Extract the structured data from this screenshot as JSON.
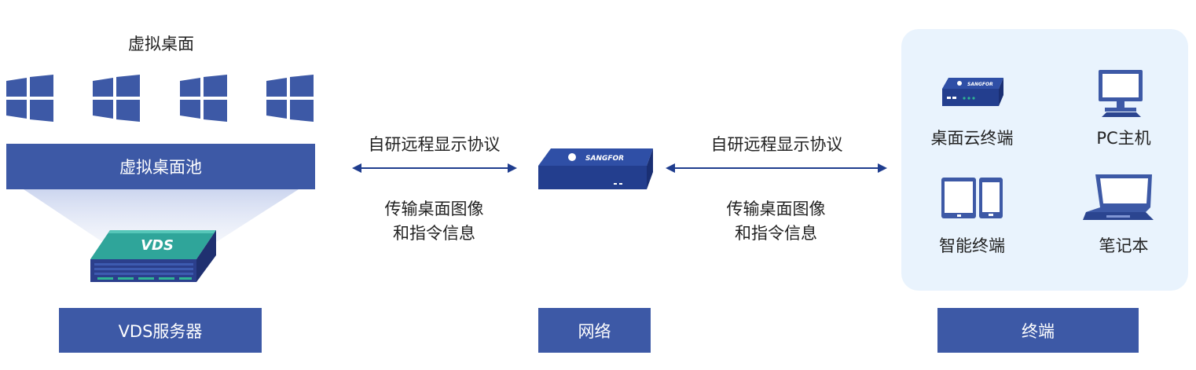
{
  "left": {
    "top_label": "虚拟桌面",
    "pool_label": "虚拟桌面池",
    "server_badge": "VDS",
    "bottom_label": "VDS服务器"
  },
  "link_left": {
    "protocol": "自研远程显示协议",
    "desc_line1": "传输桌面图像",
    "desc_line2": "和指令信息"
  },
  "network": {
    "device_brand": "SANGFOR",
    "bottom_label": "网络"
  },
  "link_right": {
    "protocol": "自研远程显示协议",
    "desc_line1": "传输桌面图像",
    "desc_line2": "和指令信息"
  },
  "terminals": {
    "items": [
      {
        "label": "桌面云终端",
        "icon": "thin-client-icon",
        "brand": "SANGFOR"
      },
      {
        "label": "PC主机",
        "icon": "pc-icon"
      },
      {
        "label": "智能终端",
        "icon": "tablet-phone-icon"
      },
      {
        "label": "笔记本",
        "icon": "laptop-icon"
      }
    ],
    "bottom_label": "终端"
  },
  "colors": {
    "primary": "#3d59a6",
    "primary_dark": "#2b4590",
    "panel_bg": "#e9f3fd",
    "accent_green": "#2fb594"
  }
}
